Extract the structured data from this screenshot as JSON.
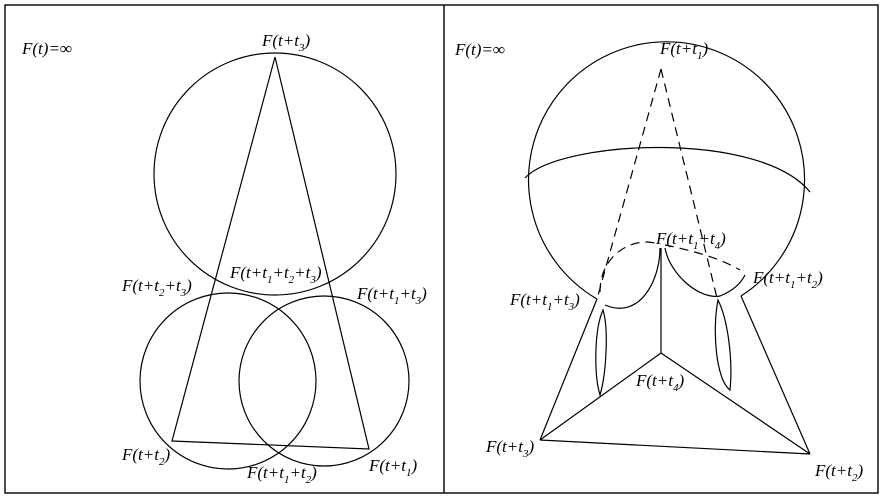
{
  "left_panel": {
    "corner_label": "F(t)=∞",
    "top_label": "F(t+t3)",
    "left_mid_label": "F(t+t2+t3)",
    "center_label": "F(t+t1+t2+t3)",
    "right_mid_label": "F(t+t1+t3)",
    "bottom_left_label": "F(t+t2)",
    "bottom_mid_label": "F(t+t1+t2)",
    "bottom_right_label": "F(t+t1)"
  },
  "right_panel": {
    "corner_label": "F(t)=∞",
    "top_label": "F(t+t1)",
    "center_label": "F(t+t1+t4)",
    "right_label": "F(t+t1+t2)",
    "left_label": "F(t+t1+t3)",
    "inner_label": "F(t+t4)",
    "bottom_left_label": "F(t+t3)",
    "bottom_right_label": "F(t+t2)"
  }
}
